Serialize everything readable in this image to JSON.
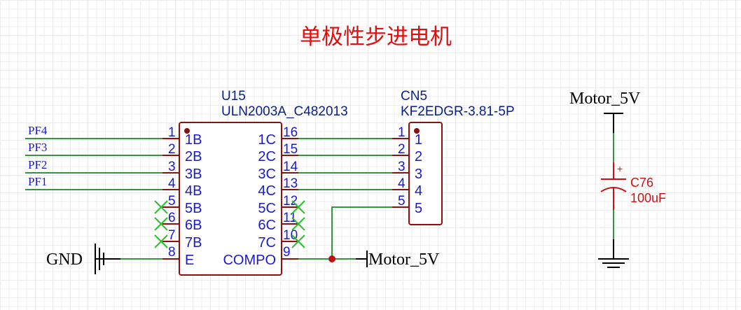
{
  "title": "单极性步进电机",
  "u15": {
    "designator": "U15",
    "part": "ULN2003A_C482013",
    "left_pins": [
      {
        "num": "1",
        "name": "1B"
      },
      {
        "num": "2",
        "name": "2B"
      },
      {
        "num": "3",
        "name": "3B"
      },
      {
        "num": "4",
        "name": "4B"
      },
      {
        "num": "5",
        "name": "5B"
      },
      {
        "num": "6",
        "name": "6B"
      },
      {
        "num": "7",
        "name": "7B"
      },
      {
        "num": "8",
        "name": "E"
      }
    ],
    "right_pins": [
      {
        "num": "16",
        "name": "1C"
      },
      {
        "num": "15",
        "name": "2C"
      },
      {
        "num": "14",
        "name": "3C"
      },
      {
        "num": "13",
        "name": "4C"
      },
      {
        "num": "12",
        "name": "5C"
      },
      {
        "num": "11",
        "name": "6C"
      },
      {
        "num": "10",
        "name": "7C"
      },
      {
        "num": "9",
        "name": "COMPO"
      }
    ]
  },
  "cn5": {
    "designator": "CN5",
    "part": "KF2EDGR-3.81-5P",
    "pins": [
      {
        "num": "1",
        "name": "1"
      },
      {
        "num": "2",
        "name": "2"
      },
      {
        "num": "3",
        "name": "3"
      },
      {
        "num": "4",
        "name": "4"
      },
      {
        "num": "5",
        "name": "5"
      }
    ]
  },
  "net_labels": [
    "PF4",
    "PF3",
    "PF2",
    "PF1"
  ],
  "gnd_label": "GND",
  "motor_5v_label": "Motor_5V",
  "motor_5v_label_top": "Motor_5V",
  "c76": {
    "designator": "C76",
    "value": "100uF",
    "polarity": "+"
  },
  "colors": {
    "wire": "#2f9a3a",
    "body": "#8b1010",
    "pin_text": "#1a1acc",
    "title": "#e01010",
    "capacitor": "#d01010",
    "no_connect": "#2bc02b",
    "junction": "#c01010"
  }
}
